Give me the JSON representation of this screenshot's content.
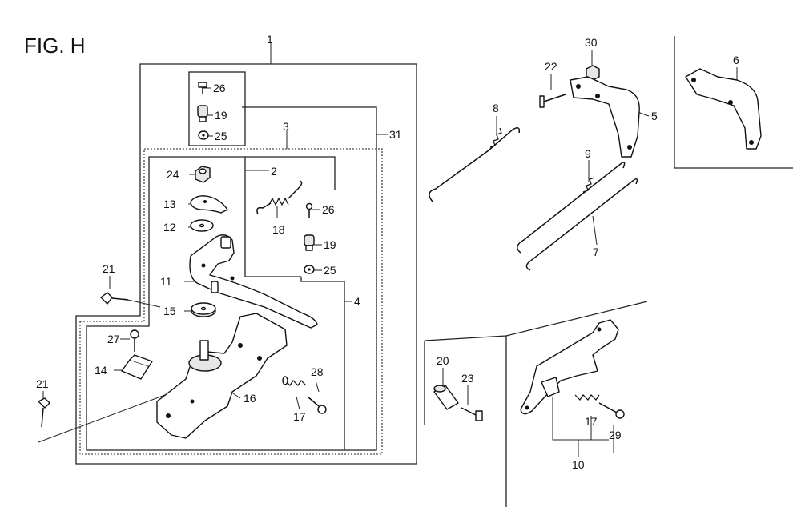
{
  "figure": {
    "title": "FIG. H"
  },
  "callouts": [
    {
      "id": "c1",
      "label": "1"
    },
    {
      "id": "c2",
      "label": "2"
    },
    {
      "id": "c3",
      "label": "3"
    },
    {
      "id": "c4",
      "label": "4"
    },
    {
      "id": "c5",
      "label": "5"
    },
    {
      "id": "c6",
      "label": "6"
    },
    {
      "id": "c7",
      "label": "7"
    },
    {
      "id": "c8",
      "label": "8"
    },
    {
      "id": "c9",
      "label": "9"
    },
    {
      "id": "c10",
      "label": "10"
    },
    {
      "id": "c11",
      "label": "11"
    },
    {
      "id": "c12",
      "label": "12"
    },
    {
      "id": "c13",
      "label": "13"
    },
    {
      "id": "c14",
      "label": "14"
    },
    {
      "id": "c15",
      "label": "15"
    },
    {
      "id": "c16",
      "label": "16"
    },
    {
      "id": "c17a",
      "label": "17"
    },
    {
      "id": "c17b",
      "label": "17"
    },
    {
      "id": "c18",
      "label": "18"
    },
    {
      "id": "c19a",
      "label": "19"
    },
    {
      "id": "c19b",
      "label": "19"
    },
    {
      "id": "c20",
      "label": "20"
    },
    {
      "id": "c21a",
      "label": "21"
    },
    {
      "id": "c21b",
      "label": "21"
    },
    {
      "id": "c22",
      "label": "22"
    },
    {
      "id": "c23",
      "label": "23"
    },
    {
      "id": "c24",
      "label": "24"
    },
    {
      "id": "c25a",
      "label": "25"
    },
    {
      "id": "c25b",
      "label": "25"
    },
    {
      "id": "c26a",
      "label": "26"
    },
    {
      "id": "c26b",
      "label": "26"
    },
    {
      "id": "c27",
      "label": "27"
    },
    {
      "id": "c28",
      "label": "28"
    },
    {
      "id": "c29",
      "label": "29"
    },
    {
      "id": "c30",
      "label": "30"
    },
    {
      "id": "c31",
      "label": "31"
    }
  ]
}
